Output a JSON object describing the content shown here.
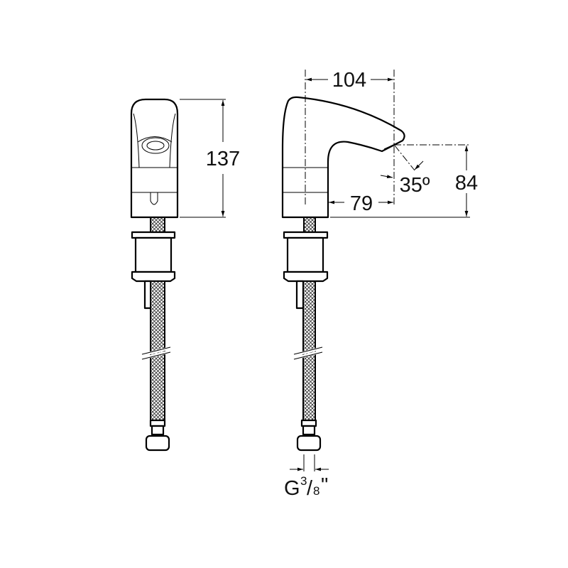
{
  "dimensions": {
    "front_height": "137",
    "spout_reach": "104",
    "spout_height": "84",
    "spout_projection": "79",
    "spray_angle": "35º",
    "connection_prefix": "G",
    "connection_numerator": "3",
    "connection_slash": "/",
    "connection_denominator": "8",
    "connection_inch": "\""
  }
}
